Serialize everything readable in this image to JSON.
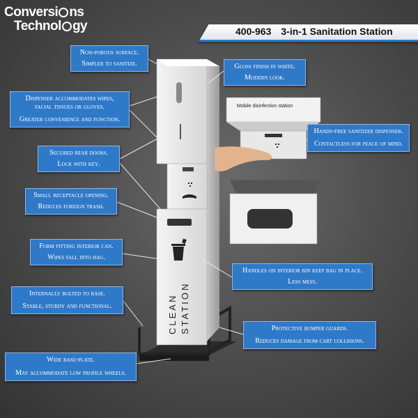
{
  "brand": {
    "line1": "Conversi",
    "line1_end": "ns",
    "line2": "Technol",
    "line2_end": "gy"
  },
  "title": {
    "model": "400-963",
    "name": "3-in-1 Sanitation Station"
  },
  "colors": {
    "callout_bg": "#2f79c9",
    "title_accent": "#2f79c9",
    "background": "#4a4a4a"
  },
  "product_text": {
    "dispenser_label": "Mobile disinfection station",
    "bin_text_1": "CLEAN",
    "bin_text_2": "STATION"
  },
  "callouts": [
    {
      "line1": "Non-porous surface.",
      "line2": "Simpler to sanitize."
    },
    {
      "line1": "Gloss finish in white.",
      "line2": "Modern look."
    },
    {
      "line1": "Dispenser accommodates wipes,",
      "line1b": "facial tissues or gloves.",
      "line2": "Greater convenience and function."
    },
    {
      "line1": "Hands-free sanitizer dispenser.",
      "line2": "Contactless for peace of mind."
    },
    {
      "line1": "Secured rear doors.",
      "line2": "Lock with key."
    },
    {
      "line1": "Small receptacle opening.",
      "line2": "Reduces foreign trash."
    },
    {
      "line1": "Form fitting interior can.",
      "line2": "Wipes fall into bag."
    },
    {
      "line1": "Handles on interior bin keep bag in place.",
      "line2": "Less mess."
    },
    {
      "line1": "Internally bolted to base.",
      "line2": "Stable, sturdy and functional."
    },
    {
      "line1": "Protective bumper guards.",
      "line2": "Reduces damage from cart collisions."
    },
    {
      "line1": "Wide base-plate.",
      "line2": "May accommodate low profile wheels."
    }
  ]
}
